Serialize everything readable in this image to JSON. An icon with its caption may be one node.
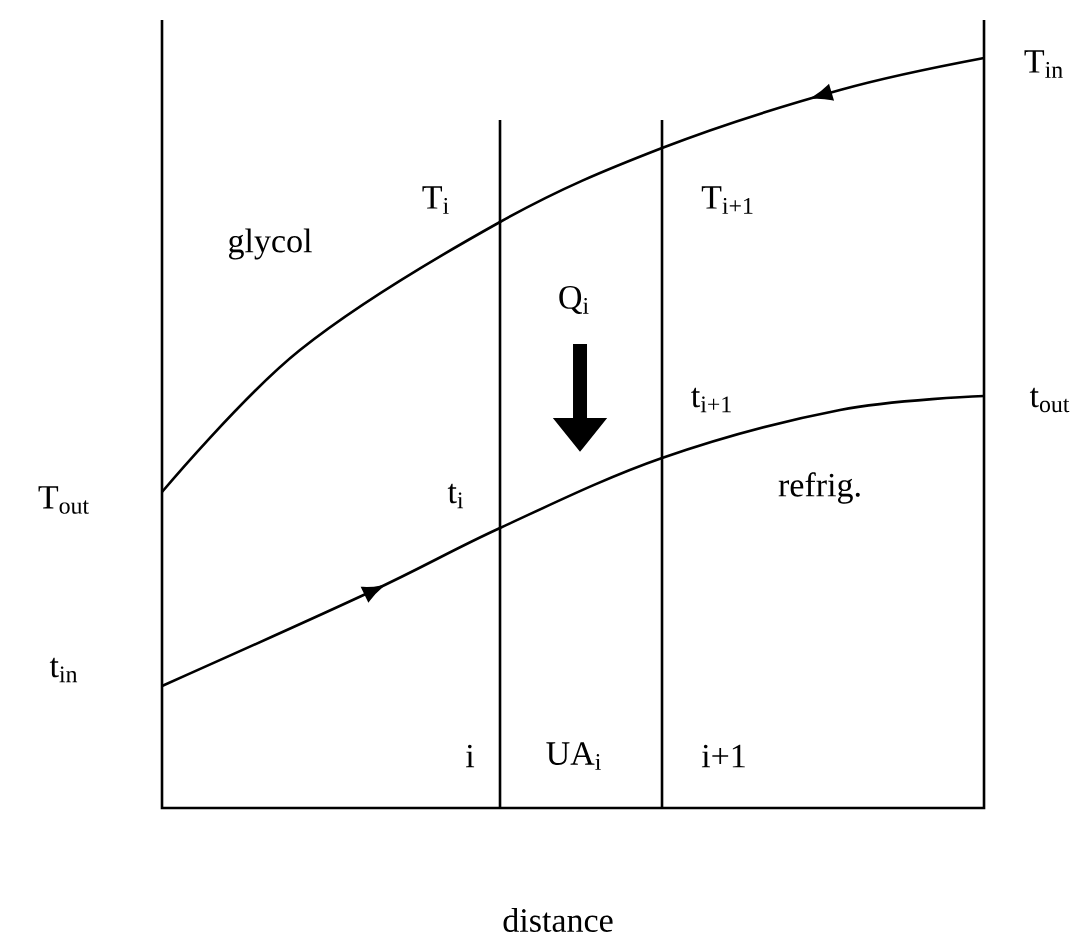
{
  "diagram": {
    "labels": [
      "T$_{in}$",
      "T$_{i}$",
      "T$_{i+1}$",
      "glycol",
      "Q$_{i}$",
      "t$_{i+1}$",
      "t$_{out}$",
      "T$_{out}$",
      "t$_{i}$",
      "refrig.",
      "t$_{in}$",
      "i",
      "UA$_{i}$",
      "i+1",
      "distance"
    ]
  }
}
